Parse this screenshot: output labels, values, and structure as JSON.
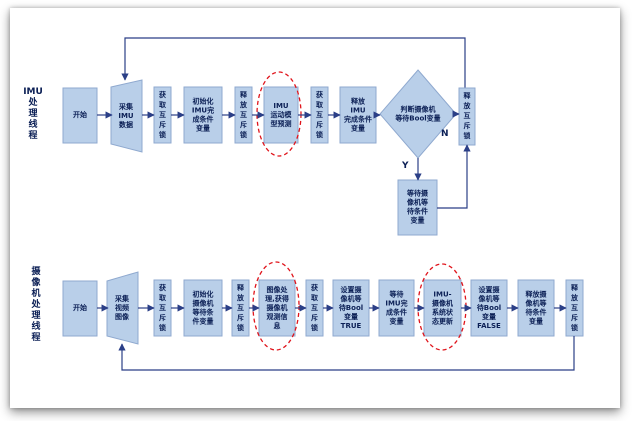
{
  "rows": {
    "imu": {
      "label": [
        "IMU",
        "处",
        "理",
        "线",
        "程"
      ],
      "start": [
        "开始"
      ],
      "collect": [
        "采集",
        "IMU",
        "数据"
      ],
      "lock": [
        "获",
        "取",
        "互",
        "斥",
        "锁"
      ],
      "init": [
        "初始化",
        "IMU完",
        "成条件",
        "变量"
      ],
      "unlock1": [
        "释",
        "放",
        "互",
        "斥",
        "锁"
      ],
      "predict": [
        "IMU",
        "运动模",
        "型预测"
      ],
      "lock2": [
        "获",
        "取",
        "互",
        "斥",
        "锁"
      ],
      "release_cond": [
        "释放",
        "IMU",
        "完成条件",
        "变量"
      ],
      "decision": [
        "判断摄像机",
        "等待Bool变量"
      ],
      "decision_no": "N",
      "decision_yes": "Y",
      "unlock2": [
        "释",
        "放",
        "互",
        "斥",
        "锁"
      ],
      "wait": [
        "等待摄",
        "像机等",
        "待条件",
        "变量"
      ]
    },
    "camera": {
      "label": [
        "摄",
        "像",
        "机",
        "处",
        "理",
        "线",
        "程"
      ],
      "start": [
        "开始"
      ],
      "collect": [
        "采集",
        "视频",
        "图像"
      ],
      "lock": [
        "获",
        "取",
        "互",
        "斥",
        "锁"
      ],
      "init": [
        "初始化",
        "摄像机",
        "等待条",
        "件变量"
      ],
      "unlock1": [
        "释",
        "放",
        "互",
        "斥",
        "锁"
      ],
      "process": [
        "图像处",
        "理,获得",
        "摄像机",
        "观测信",
        "息"
      ],
      "lock2": [
        "获",
        "取",
        "互",
        "斥",
        "锁"
      ],
      "set_true": [
        "设置摄",
        "像机等",
        "待Bool",
        "变量",
        "TRUE"
      ],
      "wait_imu": [
        "等待",
        "IMU完",
        "成条件",
        "变量"
      ],
      "update": [
        "IMU-",
        "摄像机",
        "系统状",
        "态更新"
      ],
      "set_false": [
        "设置摄",
        "像机等",
        "待Bool",
        "变量",
        "FALSE"
      ],
      "release_wait": [
        "释放摄",
        "像机等",
        "待条件",
        "变量"
      ],
      "unlock2": [
        "释",
        "放",
        "互",
        "斥",
        "锁"
      ]
    }
  },
  "colors": {
    "box_fill": "#b9cfe9",
    "arrow": "#2b3f87",
    "highlight": "#e0141b",
    "text": "#0b1f55"
  }
}
